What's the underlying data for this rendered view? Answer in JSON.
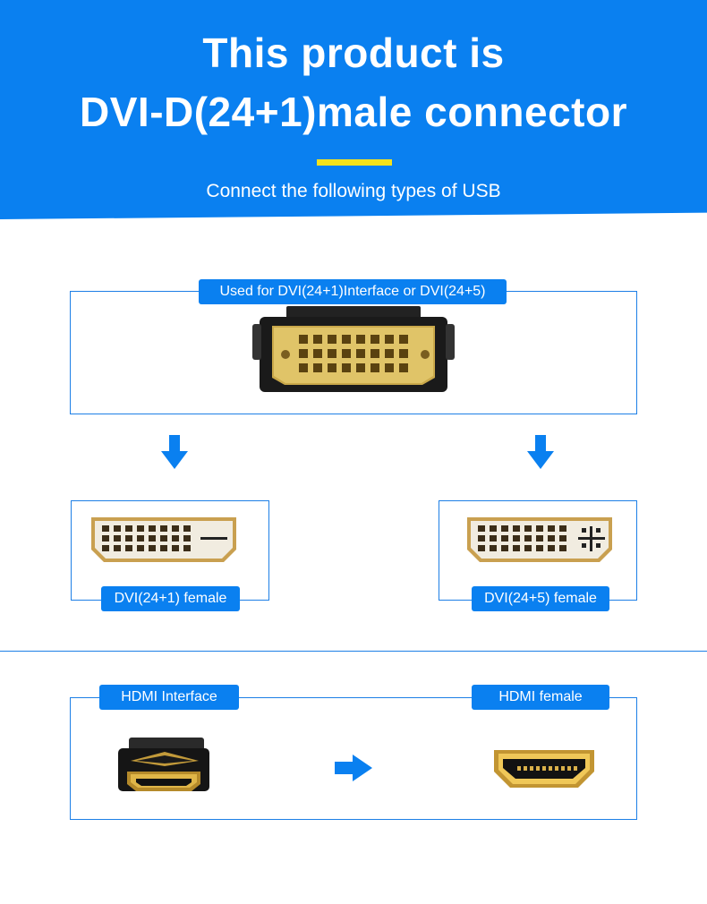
{
  "header": {
    "title_line1": "This product is",
    "title_line2": "DVI-D(24+1)male connector",
    "subtitle": "Connect the following types of USB",
    "accent_color": "#f5e21b",
    "background_color": "#0a80f0"
  },
  "dvi_section": {
    "source_label": "Used for DVI(24+1)Interface or DVI(24+5)",
    "left_target_label": "DVI(24+1) female",
    "right_target_label": "DVI(24+5) female",
    "arrow_icon": "arrow-down-icon"
  },
  "hdmi_section": {
    "source_label": "HDMI Interface",
    "target_label": "HDMI female",
    "arrow_icon": "arrow-right-icon"
  }
}
